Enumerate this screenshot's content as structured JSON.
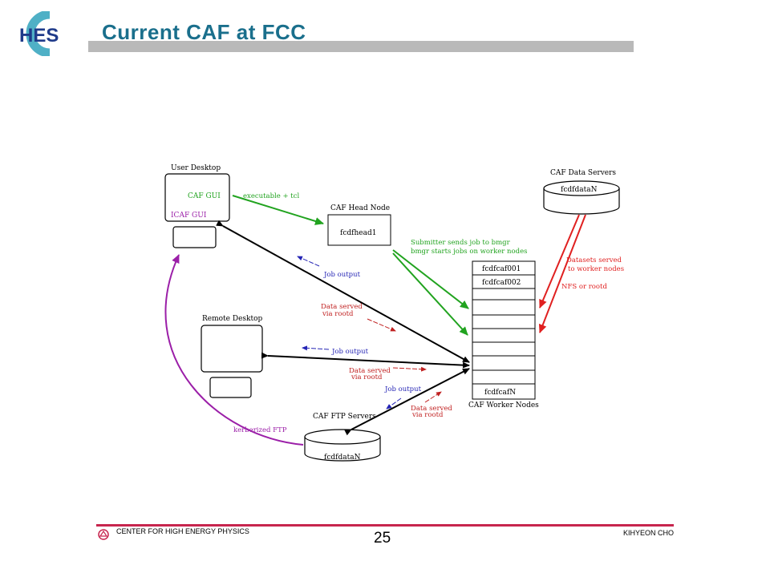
{
  "slide": {
    "logo_text": "HES",
    "title": "Current CAF at FCC",
    "page_number": "25",
    "footer_left": "CENTER FOR HIGH ENERGY PHYSICS",
    "footer_right": "KIHYEON CHO"
  },
  "diagram": {
    "user_desktop": {
      "label": "User Desktop",
      "caf_gui": "CAF GUI",
      "icaf_gui": "ICAF GUI"
    },
    "head_node": {
      "label": "CAF Head Node",
      "host": "fcdfhead1"
    },
    "data_servers": {
      "label": "CAF Data Servers",
      "host": "fcdfdataN"
    },
    "worker_nodes": {
      "label": "CAF Worker Nodes",
      "nodes": [
        "fcdfcaf001",
        "fcdfcaf002",
        "fcdfcafN"
      ]
    },
    "remote_desktop": {
      "label": "Remote Desktop"
    },
    "ftp_servers": {
      "label": "CAF FTP Servers",
      "host": "fcdfdataN"
    },
    "edges": {
      "executable": "executable + tcl",
      "submitter_1": "Submitter sends job to bmgr",
      "submitter_2": "bmgr starts jobs on worker nodes",
      "datasets_1": "Datasets served",
      "datasets_2": "to worker nodes",
      "nfs": "NFS or rootd",
      "job_output_1": "Job output",
      "data_served_1a": "Data served",
      "data_served_1b": "via rootd",
      "job_output_2": "Job output",
      "data_served_2a": "Data served",
      "data_served_2b": "via rootd",
      "job_output_3": "Job output",
      "data_served_3a": "Data served",
      "data_served_3b": "via rootd",
      "kerberized": "kerberized FTP"
    },
    "colors": {
      "green": "#21a31f",
      "red": "#e02020",
      "purple": "#9b1fa8",
      "blue": "#2525b5",
      "black": "#000000"
    }
  }
}
